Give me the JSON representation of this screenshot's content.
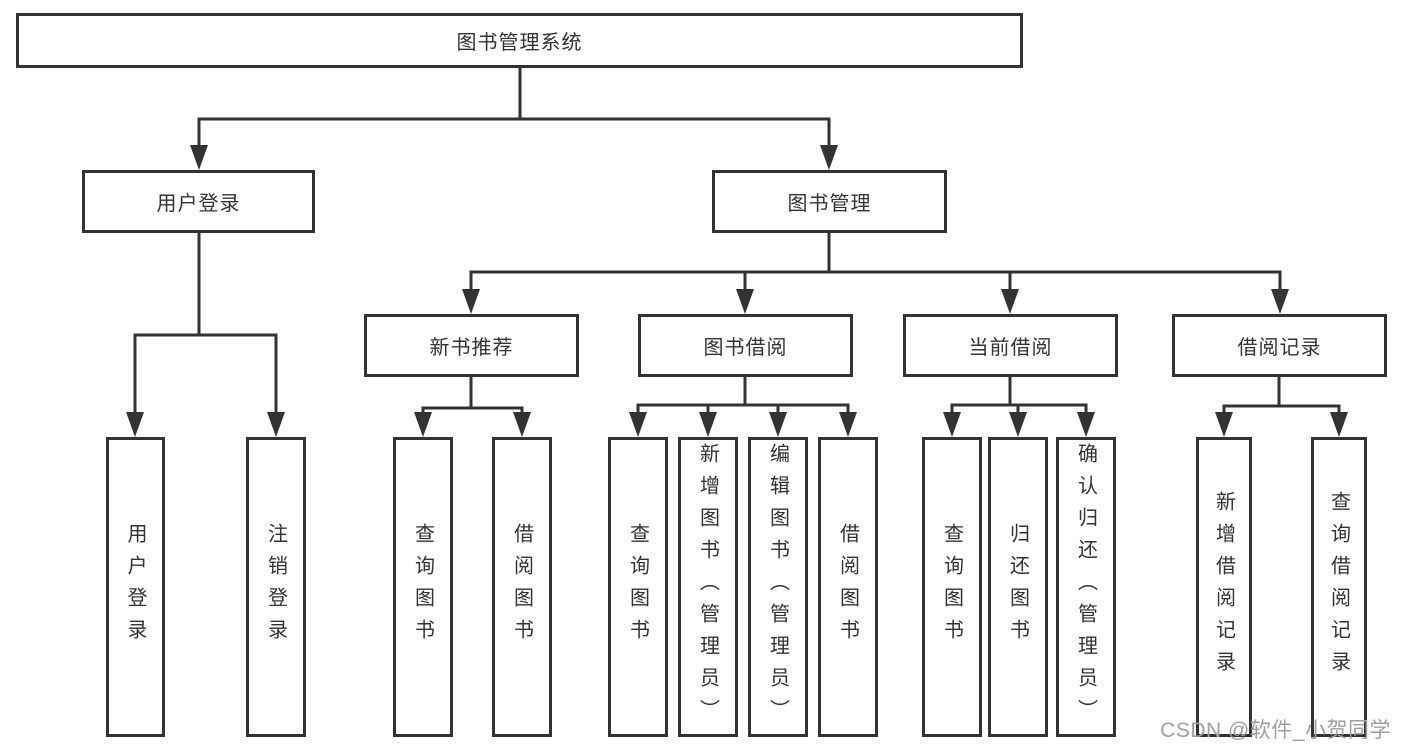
{
  "diagram": {
    "root": {
      "label": "图书管理系统"
    },
    "level2": [
      {
        "label": "用户登录",
        "children": [
          {
            "label": "用户登录"
          },
          {
            "label": "注销登录"
          }
        ]
      },
      {
        "label": "图书管理"
      }
    ],
    "level3": [
      {
        "label": "新书推荐",
        "children": [
          {
            "label": "查询图书"
          },
          {
            "label": "借阅图书"
          }
        ]
      },
      {
        "label": "图书借阅",
        "children": [
          {
            "label": "查询图书"
          },
          {
            "label": "新增图书（管理员）"
          },
          {
            "label": "编辑图书（管理员）"
          },
          {
            "label": "借阅图书"
          }
        ]
      },
      {
        "label": "当前借阅",
        "children": [
          {
            "label": "查询图书"
          },
          {
            "label": "归还图书"
          },
          {
            "label": "确认归还（管理员）"
          }
        ]
      },
      {
        "label": "借阅记录",
        "children": [
          {
            "label": "新增借阅记录"
          },
          {
            "label": "查询借阅记录"
          }
        ]
      }
    ]
  },
  "watermark": {
    "text": "CSDN @软件_小贺同学",
    "color": "#9f9f9f"
  },
  "colors": {
    "line": "#333333",
    "text": "#333333",
    "box_fill": "#ffffff",
    "background": "#ffffff"
  }
}
